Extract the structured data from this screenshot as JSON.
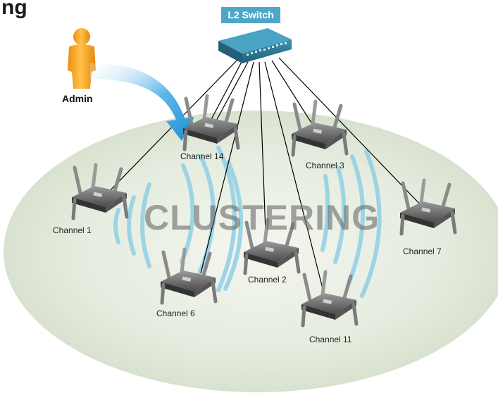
{
  "title_fragment": "ng",
  "switch": {
    "label": "L2 Switch"
  },
  "admin": {
    "label": "Admin"
  },
  "watermark": "CLUSTERING",
  "access_points": [
    {
      "id": "ch14",
      "label": "Channel 14"
    },
    {
      "id": "ch3",
      "label": "Channel 3"
    },
    {
      "id": "ch1",
      "label": "Channel 1"
    },
    {
      "id": "ch7",
      "label": "Channel 7"
    },
    {
      "id": "ch2",
      "label": "Channel 2"
    },
    {
      "id": "ch6",
      "label": "Channel 6"
    },
    {
      "id": "ch11",
      "label": "Channel 11"
    }
  ],
  "colors": {
    "switch_label_bg": "#4fa7c8",
    "cluster_area": "#dfe8d6",
    "signal_waves": "#8fd0e6",
    "admin_figure": "#f5a21e",
    "admin_arrow": "#2f9fde",
    "cables": "#000000"
  },
  "icons": [
    "switch-icon",
    "admin-person-icon",
    "access-point-icon",
    "signal-wave-icon",
    "arrow-icon"
  ]
}
